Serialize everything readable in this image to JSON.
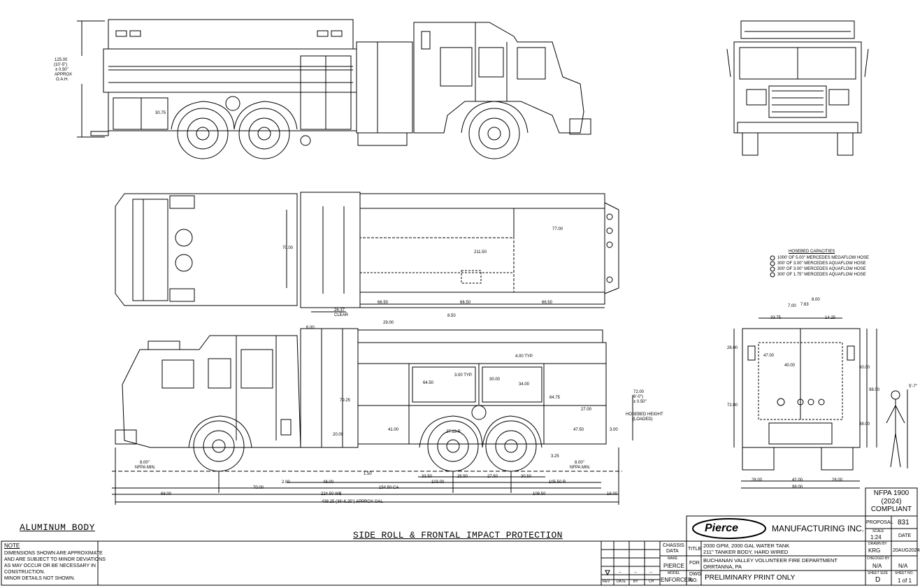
{
  "labels": {
    "aluminum_body": "ALUMINUM BODY",
    "side_roll": "SIDE ROLL & FRONTAL IMPACT PROTECTION",
    "note_title": "NOTE",
    "note_lines": [
      "DIMENSIONS SHOWN ARE APPROXIMATE",
      "AND ARE SUBJECT TO MINOR DEVIATIONS",
      "AS MAY OCCUR OR BE NECESSARY IN",
      "CONSTRUCTION.",
      "MINOR DETAILS NOT SHOWN."
    ],
    "hosebed_title": "HOSEBED CAPACITIES",
    "hosebed_lines": [
      "1000' OF 5.00\" MERCEDES MEGAFLOW HOSE",
      "300' OF 3.00\" MERCEDES AQUAFLOW HOSE",
      "300' OF 3.00\" MERCEDES AQUAFLOW HOSE",
      "300' OF 1.75\" MERCEDES AQUAFLOW HOSE"
    ],
    "nfpa": [
      "NFPA 1900",
      "(2024)",
      "COMPLIANT"
    ]
  },
  "dims": {
    "side_top": [
      "125.00",
      "(10'-5\")",
      "± 0.50\"",
      "APPROX",
      "O.A.H.",
      "30.75"
    ],
    "plan": [
      "70.00",
      "211.50",
      "77.00",
      "66.50",
      "66.50",
      "66.50",
      "26.37",
      "CLEAR",
      "8.50"
    ],
    "side_bottom": [
      "29.00",
      "6.00",
      "4.00 TYP.",
      "3.00 TYP.",
      "30.00",
      "34.00",
      "64.50",
      "79.25",
      "64.75",
      "27.00",
      "20.00",
      "41.00",
      "47.50",
      "27.13 R",
      "3.00",
      "8.00\"",
      "NFPA MIN.",
      "8.00\"",
      "NFPA MIN.",
      "1.50",
      "3.25",
      "33.50",
      "25.50",
      "27.50",
      "30.50",
      "105.50 R",
      "2.00",
      "48.00",
      "154.50 CA",
      "103.00",
      "70.00",
      "68.00",
      "224.50 WB",
      "108.50",
      "16.00",
      "438.25 (36'-6.25\") APPROX OAL",
      "72.00",
      "(6'-0\")",
      "± 0.50\"",
      "HOSEBED HEIGHT",
      "(LOADED)"
    ],
    "rear": [
      "8.00",
      "7.63",
      "7.00",
      "33.75",
      "14.25",
      "26.00",
      "47.00",
      "40.00",
      "60.00",
      "98.00",
      "72.00",
      "38.00",
      "5'-7\"",
      "28.00",
      "42.00",
      "28.00",
      "98.00"
    ]
  },
  "title_block": {
    "company": "MANUFACTURING INC.",
    "logo": "Pierce",
    "proposal_label": "PROPOSAL",
    "proposal": "831",
    "scale_label": "SCALE",
    "scale": "1:24",
    "date_label": "DATE",
    "drawn_by_label": "DRAWN BY",
    "drawn_by": "KRG",
    "date": "20AUG2024",
    "checked_by_label": "CHECKED BY",
    "checked_by": "N/A",
    "approved": "N/A",
    "sheet_size_label": "SHEET SIZE",
    "sheet_size": "D",
    "sheet_no_label": "SHEET NO.",
    "sheet_no": "1 of 1",
    "chassis_data": [
      "CHASSIS",
      "DATA"
    ],
    "make_label": "MAKE",
    "make": "PIERCE",
    "model_label": "MODEL",
    "model": "ENFORCER",
    "title_label": "TITLE",
    "title_lines": [
      "2000 GPM, 2000 GAL WATER TANK",
      "211\" TANKER BODY, HARD WIRED"
    ],
    "for_label": "FOR",
    "for_lines": [
      "BUCHANAN VALLEY VOLUNTEER FIRE DEPARTMENT",
      "ORRTANNA, PA"
    ],
    "dwg_label": [
      "DWG",
      "NO."
    ],
    "dwg": "PRELIMINARY PRINT ONLY",
    "rev_headers": [
      "REV",
      "DATE",
      "BY",
      "CH"
    ],
    "rev_row": [
      "",
      "--",
      "--",
      "--"
    ]
  }
}
